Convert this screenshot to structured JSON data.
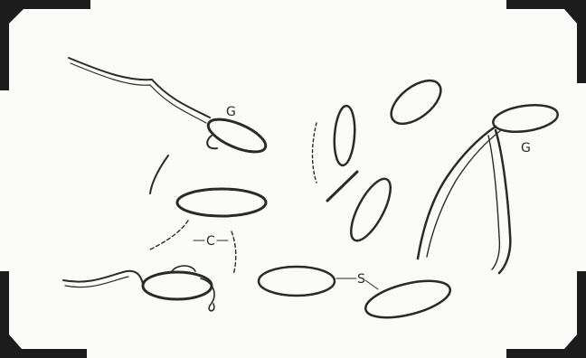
{
  "figure": {
    "labels": {
      "g_upper_left": "G",
      "g_upper_right": "G",
      "c_center_left": "C",
      "s_bottom": "S"
    }
  },
  "colors": {
    "ink": "#2a2a2a",
    "photo_corner": "#1c1c1c",
    "paper": "#fbfbf9"
  }
}
